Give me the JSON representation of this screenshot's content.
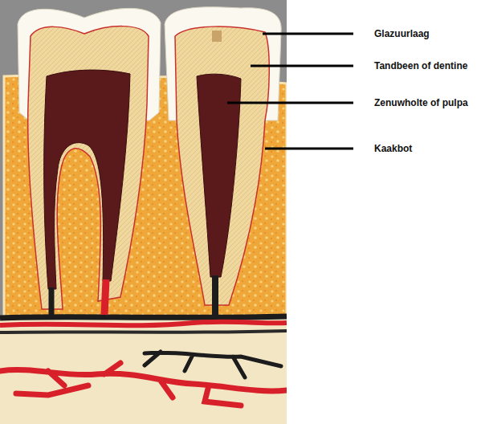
{
  "diagram": {
    "labels": [
      "Glazuurlaag",
      "Tandbeen of dentine",
      "Zenuwholte of pulpa",
      "Kaakbot"
    ]
  }
}
